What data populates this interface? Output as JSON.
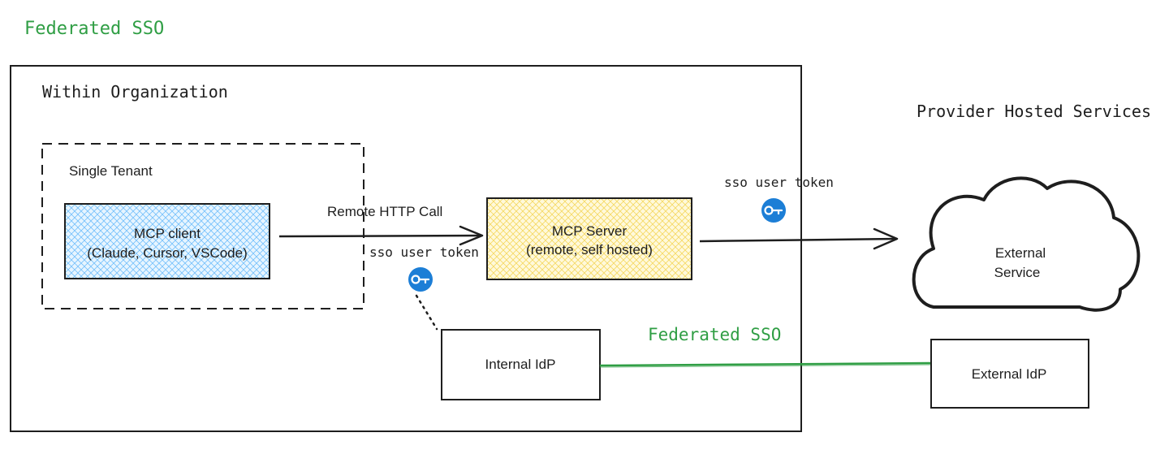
{
  "title": "Federated SSO",
  "colors": {
    "accent_green": "#2f9e44",
    "stroke": "#1e1e1e",
    "client_fill": "#a5d8ff",
    "server_fill": "#ffec99",
    "key_blue": "#1c7ed6"
  },
  "organization": {
    "label": "Within Organization",
    "tenant": {
      "label": "Single Tenant",
      "client": {
        "line1": "MCP client",
        "line2": "(Claude, Cursor, VSCode)"
      }
    },
    "server": {
      "line1": "MCP Server",
      "line2": "(remote, self hosted)"
    },
    "internal_idp": "Internal IdP"
  },
  "arrows": {
    "remote_call": "Remote HTTP Call",
    "token_client": "sso user token",
    "token_server": "sso user token"
  },
  "icons": {
    "token_key": "key-icon"
  },
  "provider": {
    "label": "Provider Hosted Services",
    "service": {
      "line1": "External",
      "line2": "Service"
    },
    "external_idp": "External IdP"
  },
  "federation": {
    "label": "Federated SSO"
  }
}
